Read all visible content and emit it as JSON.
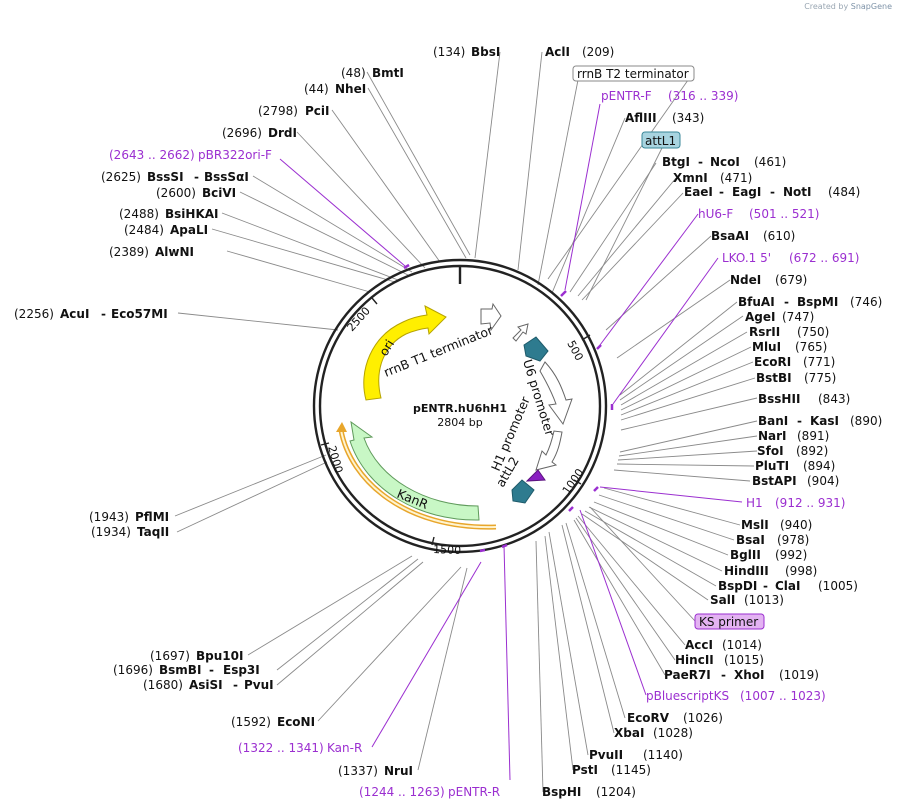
{
  "watermark": {
    "prefix": "Created by",
    "brand": "SnapGene"
  },
  "plasmid": {
    "name": "pENTR.hU6hH1",
    "size_label": "2804 bp",
    "length": 2804
  },
  "ruler": [
    {
      "pos": 500,
      "label": "500"
    },
    {
      "pos": 1000,
      "label": "1000"
    },
    {
      "pos": 1500,
      "label": "1500"
    },
    {
      "pos": 2000,
      "label": "2000"
    },
    {
      "pos": 2500,
      "label": "2500"
    }
  ],
  "inner_labels": {
    "rrnb_t1": "rrnB T1 terminator",
    "u6": "U6 promoter",
    "h1": "H1 promoter",
    "attl2": "attL2",
    "ori": "ori",
    "kanr": "KanR"
  },
  "features": {
    "rrnb_t2": {
      "label": "rrnB T2 terminator",
      "fill": "#ffffff",
      "border": "#888888"
    },
    "attl1": {
      "label": "attL1",
      "fill": "#a8d4e0",
      "border": "#3a8799"
    },
    "ks_primer": {
      "label": "KS primer",
      "fill": "#e3b3f2",
      "border": "#9b2fd0"
    }
  },
  "colors": {
    "primer": "#9b2fd0",
    "ori": "#ffef00",
    "kanr": "#c8f7c5",
    "att": "#2e7b8f",
    "backbone": "#222222"
  },
  "left_labels": [
    {
      "num": "(48)",
      "name": "BmtI"
    },
    {
      "num": "(44)",
      "name": "NheI"
    },
    {
      "num": "(2798)",
      "name": "PciI"
    },
    {
      "num": "(2696)",
      "name": "DrdI"
    },
    {
      "num": "(2625)",
      "name": "BssSI",
      "name2": "BssSαI"
    },
    {
      "num": "(2600)",
      "name": "BciVI"
    },
    {
      "num": "(2488)",
      "name": "BsiHKAI"
    },
    {
      "num": "(2484)",
      "name": "ApaLI"
    },
    {
      "num": "(2389)",
      "name": "AlwNI"
    },
    {
      "num": "(2256)",
      "name": "AcuI",
      "name2": "Eco57MI"
    },
    {
      "num": "(1943)",
      "name": "PflMI"
    },
    {
      "num": "(1934)",
      "name": "TaqII"
    },
    {
      "num": "(1697)",
      "name": "Bpu10I"
    },
    {
      "num": "(1696)",
      "name": "BsmBI",
      "name2": "Esp3I"
    },
    {
      "num": "(1680)",
      "name": "AsiSI",
      "name2": "PvuI"
    },
    {
      "num": "(1592)",
      "name": "EcoNI"
    },
    {
      "num": "(1337)",
      "name": "NruI"
    }
  ],
  "right_labels": [
    {
      "name": "BtgI",
      "name2": "NcoI",
      "num": "(461)"
    },
    {
      "name": "XmnI",
      "num": "(471)"
    },
    {
      "name": "EaeI",
      "name2": "EagI",
      "name3": "NotI",
      "num": "(484)"
    },
    {
      "name": "BsaAI",
      "num": "(610)"
    },
    {
      "name": "NdeI",
      "num": "(679)"
    },
    {
      "name": "BfuAI",
      "name2": "BspMI",
      "num": "(746)"
    },
    {
      "name": "AgeI",
      "num": "(747)"
    },
    {
      "name": "RsrII",
      "num": "(750)"
    },
    {
      "name": "MluI",
      "num": "(765)"
    },
    {
      "name": "EcoRI",
      "num": "(771)"
    },
    {
      "name": "BstBI",
      "num": "(775)"
    },
    {
      "name": "BssHII",
      "num": "(843)"
    },
    {
      "name": "BanI",
      "name2": "KasI",
      "num": "(890)"
    },
    {
      "name": "NarI",
      "num": "(891)"
    },
    {
      "name": "SfoI",
      "num": "(892)"
    },
    {
      "name": "PluTI",
      "num": "(894)"
    },
    {
      "name": "BstAPI",
      "num": "(904)"
    },
    {
      "name": "MslI",
      "num": "(940)"
    },
    {
      "name": "BsaI",
      "num": "(978)"
    },
    {
      "name": "BglII",
      "num": "(992)"
    },
    {
      "name": "HindIII",
      "num": "(998)"
    },
    {
      "name": "BspDI",
      "name2": "ClaI",
      "num": "(1005)"
    },
    {
      "name": "SalI",
      "num": "(1013)"
    },
    {
      "name": "AccI",
      "num": "(1014)"
    },
    {
      "name": "HincII",
      "num": "(1015)"
    },
    {
      "name": "PaeR7I",
      "name2": "XhoI",
      "num": "(1019)"
    },
    {
      "name": "EcoRV",
      "num": "(1026)"
    },
    {
      "name": "XbaI",
      "num": "(1028)"
    },
    {
      "name": "PvuII",
      "num": "(1140)"
    },
    {
      "name": "PstI",
      "num": "(1145)"
    },
    {
      "name": "BspHI",
      "num": "(1204)"
    }
  ],
  "top_labels": [
    {
      "num": "(134)",
      "name": "BbsI"
    },
    {
      "name": "AclI",
      "num": "(209)"
    },
    {
      "name": "AflIII",
      "num": "(343)"
    }
  ],
  "primers": [
    {
      "name": "pENTR-F",
      "range": "(316 .. 339)"
    },
    {
      "name": "pBR322ori-F",
      "range": "(2643 .. 2662)"
    },
    {
      "name": "hU6-F",
      "range": "(501 .. 521)"
    },
    {
      "name": "LKO.1 5'",
      "range": "(672 .. 691)"
    },
    {
      "name": "H1",
      "range": "(912 .. 931)"
    },
    {
      "name": "pBluescriptKS",
      "range": "(1007 .. 1023)"
    },
    {
      "name": "Kan-R",
      "range": "(1322 .. 1341)"
    },
    {
      "name": "pENTR-R",
      "range": "(1244 .. 1263)"
    }
  ]
}
